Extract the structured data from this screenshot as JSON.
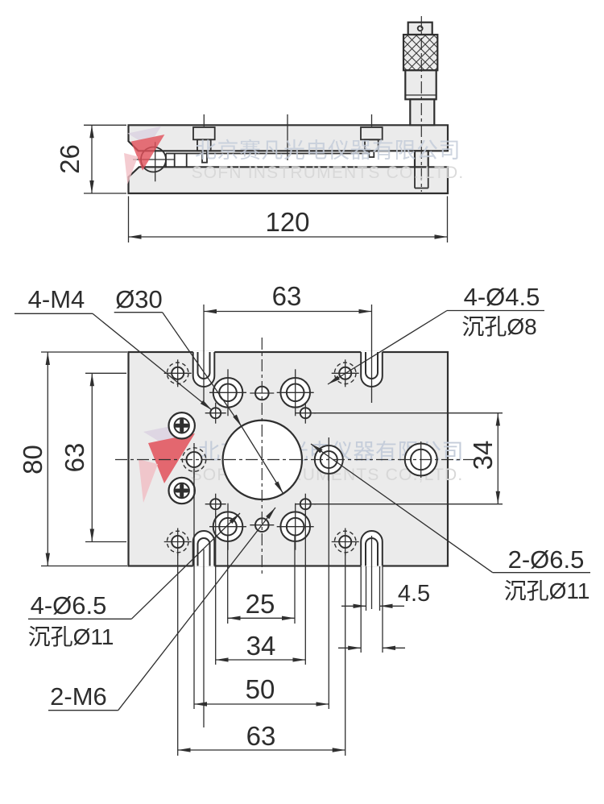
{
  "drawing": {
    "side_view": {
      "dim_height": "26",
      "dim_width": "120"
    },
    "plan_view": {
      "dim_top_width": "63",
      "dim_left_height": "80",
      "dim_left_span": "63",
      "dim_right_span": "34",
      "dim_bottom_1": "25",
      "dim_bottom_2": "34",
      "dim_bottom_3": "50",
      "dim_bottom_4": "63",
      "dim_slot_width": "4.5",
      "dim_slot_counterbore": "8",
      "label_thread_m4": "4-M4",
      "label_center_bore": "Ø30",
      "label_cb8": "4-Ø4.5",
      "label_cb8_sub": "沉孔Ø8",
      "label_cb11_pair": "2-Ø6.5",
      "label_cb11_pair_sub": "沉孔Ø11",
      "label_cb11_quad": "4-Ø6.5",
      "label_cb11_quad_sub": "沉孔Ø11",
      "label_thread_m6": "2-M6"
    },
    "watermark": {
      "cn": "北京赛凡光电仪器有限公司",
      "en": "SOFN INSTRUMENTS CO.,LTD."
    },
    "colors": {
      "line": "#2f2f2f",
      "plate": "#ebebeb",
      "watermark_cn": "#c5cdda",
      "watermark_en": "#d7d7d7",
      "logo_red": "#e2505a",
      "logo_pink": "#f2c0c6",
      "logo_lavender": "#dcd3e2"
    }
  }
}
